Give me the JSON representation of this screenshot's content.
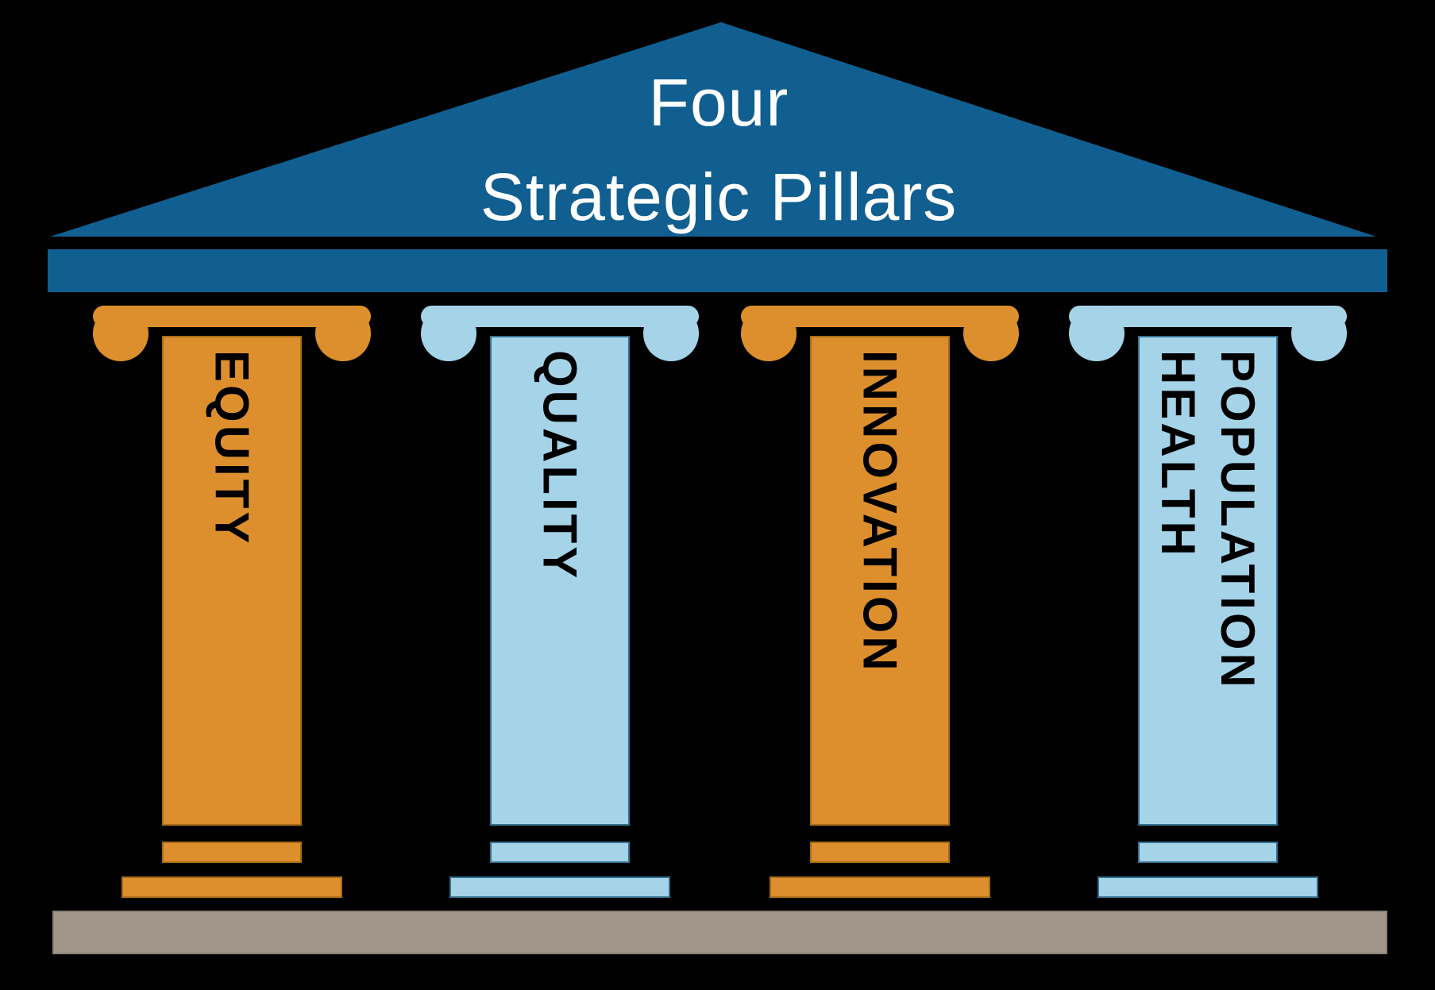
{
  "pediment": {
    "title_line1": "Four",
    "title_line2": "Strategic Pillars"
  },
  "pillars": [
    {
      "label": "EQUITY",
      "scheme": "orange"
    },
    {
      "label": "QUALITY",
      "scheme": "light-blue"
    },
    {
      "label": "INNOVATION",
      "scheme": "orange"
    },
    {
      "label": "POPULATION\nHEALTH",
      "scheme": "light-blue"
    }
  ],
  "colors": {
    "pediment_blue": "#115f90",
    "pillar_orange": "#dd8f2d",
    "pillar_light_blue": "#a5d3e8",
    "floor_gray": "#a19689",
    "label_text": "#000000",
    "title_text": "#ffffff",
    "background": "#000000"
  }
}
